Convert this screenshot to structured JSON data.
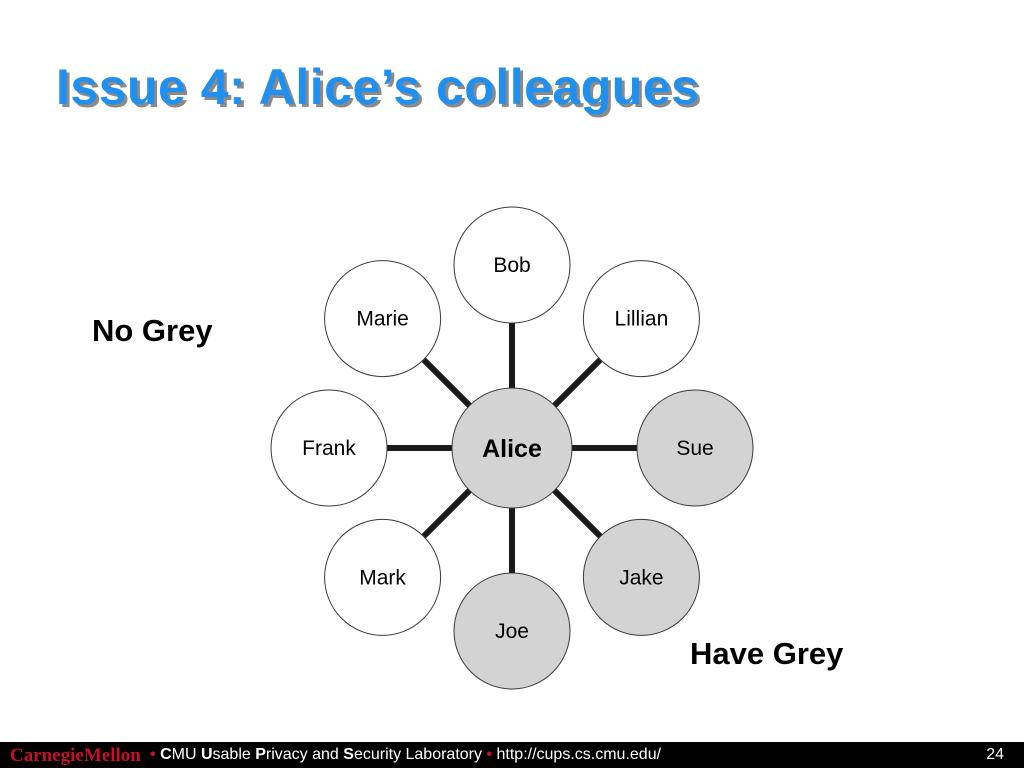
{
  "slide": {
    "title": "Issue 4: Alice’s colleagues",
    "label_no_grey": "No Grey",
    "label_have_grey": "Have Grey",
    "page_number": "24"
  },
  "colors": {
    "title_blue": "#1f8ff0",
    "grey_fill": "#d3d3d3",
    "white_fill": "#ffffff",
    "brand_red": "#c8102e",
    "footer_bg": "#000000"
  },
  "diagram": {
    "center": {
      "name": "Alice",
      "grey": true
    },
    "colleagues": [
      {
        "name": "Bob",
        "grey": false
      },
      {
        "name": "Lillian",
        "grey": false
      },
      {
        "name": "Sue",
        "grey": true
      },
      {
        "name": "Jake",
        "grey": true
      },
      {
        "name": "Joe",
        "grey": true
      },
      {
        "name": "Mark",
        "grey": false
      },
      {
        "name": "Frank",
        "grey": false
      },
      {
        "name": "Marie",
        "grey": false
      }
    ]
  },
  "footer": {
    "brand": "CarnegieMellon",
    "sep1": "•",
    "lab_c": "C",
    "lab_mu": "MU ",
    "lab_u": "U",
    "lab_sable": "sable ",
    "lab_p": "P",
    "lab_rivacy": "rivacy and ",
    "lab_s": "S",
    "lab_ecurity": "ecurity Laboratory ",
    "sep2": "•",
    "url": " http://cups.cs.cmu.edu/"
  }
}
